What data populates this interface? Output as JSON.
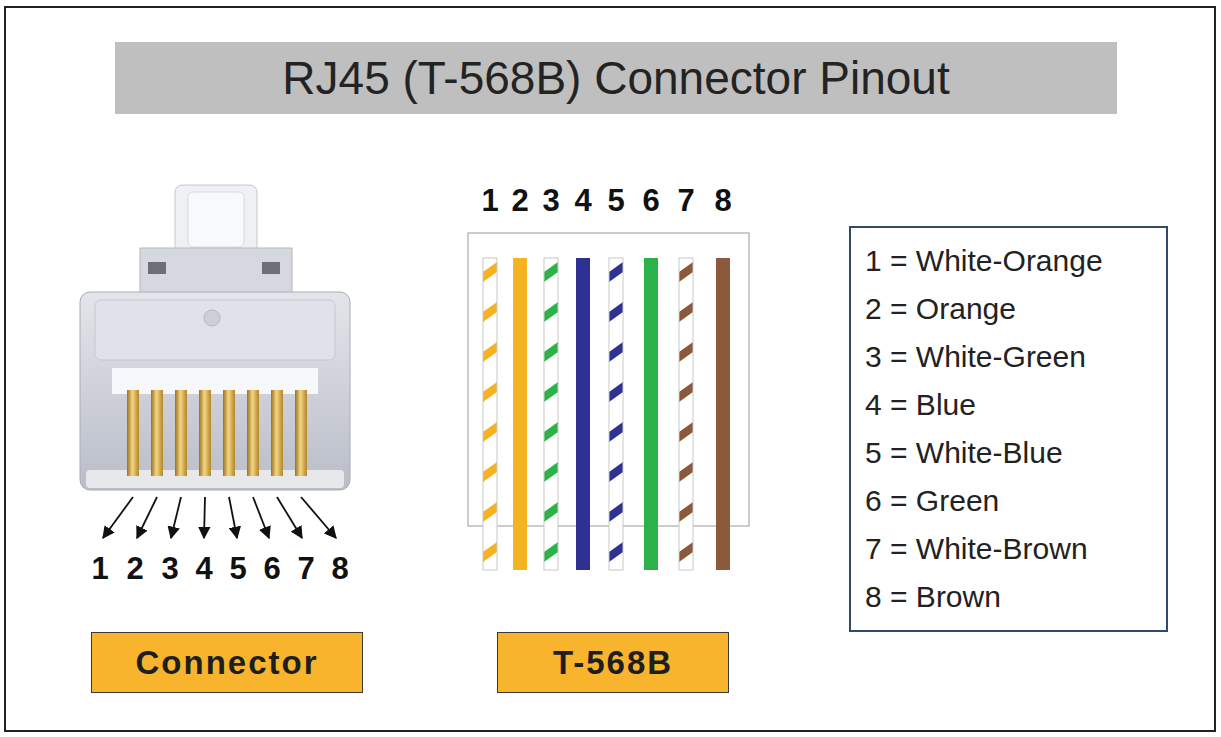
{
  "diagram": {
    "title": "RJ45 (T-568B) Connector Pinout",
    "nodes": [
      {
        "text": [
          "Connector"
        ]
      },
      {
        "text": [
          "T-568B"
        ]
      },
      {
        "text": [
          "1 = White-Orange",
          "2 = Orange",
          "3 = White-Green",
          "4 = Blue",
          "5 = White-Blue",
          "6 = Green",
          "7 = White-Brown",
          "8 = Brown"
        ]
      }
    ],
    "labels": [
      "1",
      "2",
      "3",
      "4",
      "5",
      "6",
      "7",
      "8",
      "1",
      "2",
      "3",
      "4",
      "5",
      "6",
      "7",
      "8"
    ]
  }
}
